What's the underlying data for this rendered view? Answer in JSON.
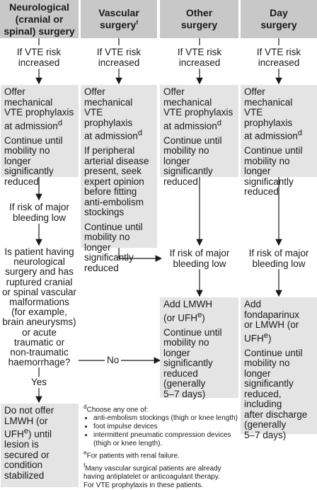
{
  "headers": {
    "col1": [
      "Neurological",
      "(cranial or",
      "spinal) surgery"
    ],
    "col2_text": "Vascular surgery",
    "col2_sup": "f",
    "col3": [
      "Other",
      "surgery"
    ],
    "col4": [
      "Day",
      "surgery"
    ]
  },
  "if_vte_risk": [
    "If VTE risk",
    "increased"
  ],
  "offer_mech": [
    "Offer mechanical",
    "VTE prophylaxis",
    "at admission"
  ],
  "offer_mech_sup": "d",
  "continue_until": [
    "Continue until",
    "mobility no",
    "longer",
    "significantly",
    "reduced"
  ],
  "vascular_extra": [
    "If peripheral",
    "arterial disease",
    "present, seek",
    "expert opinion",
    "before fitting",
    "anti-embolism",
    "stockings"
  ],
  "vascular_continue": [
    "Continue until",
    "mobility no",
    "longer",
    "significantly",
    "reduced"
  ],
  "bleeding_low": [
    "If risk of major",
    "bleeding low"
  ],
  "neuro_question": [
    "Is patient having",
    "neurological",
    "surgery and has",
    "ruptured cranial",
    "or spinal vascular",
    "malformations",
    "(for example,",
    "brain aneurysms)",
    "or acute",
    "traumatic or",
    "non-traumatic",
    "haemorrhage?"
  ],
  "label_no": "No",
  "label_yes": "Yes",
  "do_not_offer": [
    "Do not offer",
    "LMWH (or",
    "UFH",
    ") until",
    "lesion is",
    "secured or",
    "condition",
    "stabilized"
  ],
  "do_not_offer_sup": "e",
  "other_add": [
    "Add LMWH",
    "(or UFH",
    ")"
  ],
  "other_add_sup": "e",
  "other_continue": [
    "Continue until",
    "mobility no",
    "longer",
    "significantly",
    "reduced",
    "(generally",
    "5–7 days)"
  ],
  "day_add": [
    "Add",
    "fondaparinux",
    "or LMWH (or",
    "UFH",
    ")"
  ],
  "day_add_sup": "e",
  "day_continue": [
    "Continue until",
    "mobility no",
    "longer",
    "significantly",
    "reduced,",
    "including",
    "after discharge",
    "(generally",
    "5–7 days)"
  ],
  "footnotes": {
    "d_sup": "d",
    "d_intro": "Choose any one of:",
    "d_items": [
      "anti-embolism stockings (thigh or knee length)",
      "foot impulse devices",
      "intermittent pneumatic compression devices (thigh or knee length)."
    ],
    "e_sup": "e",
    "e_text": "For patients with renal failure.",
    "f_sup": "f",
    "f_text": "Many vascular surgical patients are already having antiplatelet or anticoagulant therapy.",
    "last": "For VTE prophylaxis in these patients."
  }
}
